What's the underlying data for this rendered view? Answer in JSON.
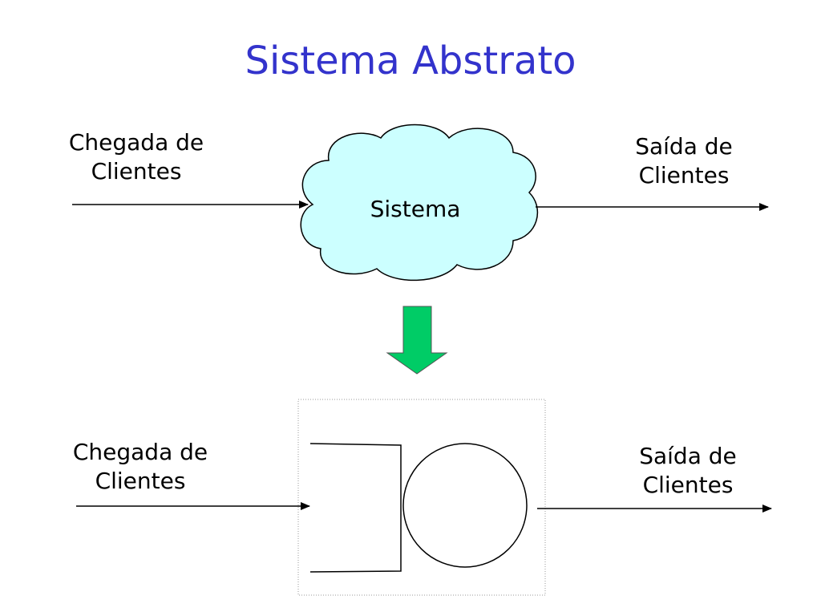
{
  "title": "Sistema Abstrato",
  "top": {
    "arrival": [
      "Chegada de",
      "Clientes"
    ],
    "departure": [
      "Saída de",
      "Clientes"
    ],
    "system": "Sistema"
  },
  "bottom": {
    "arrival": [
      "Chegada de",
      "Clientes"
    ],
    "departure": [
      "Saída de",
      "Clientes"
    ]
  },
  "colors": {
    "title": "#3333cc",
    "cloud_fill": "#ccffff",
    "transform_arrow": "#00cc66"
  },
  "icons": {
    "cloud": "cloud-shape",
    "transform": "down-arrow",
    "queue": "queue-box",
    "server": "server-circle"
  }
}
